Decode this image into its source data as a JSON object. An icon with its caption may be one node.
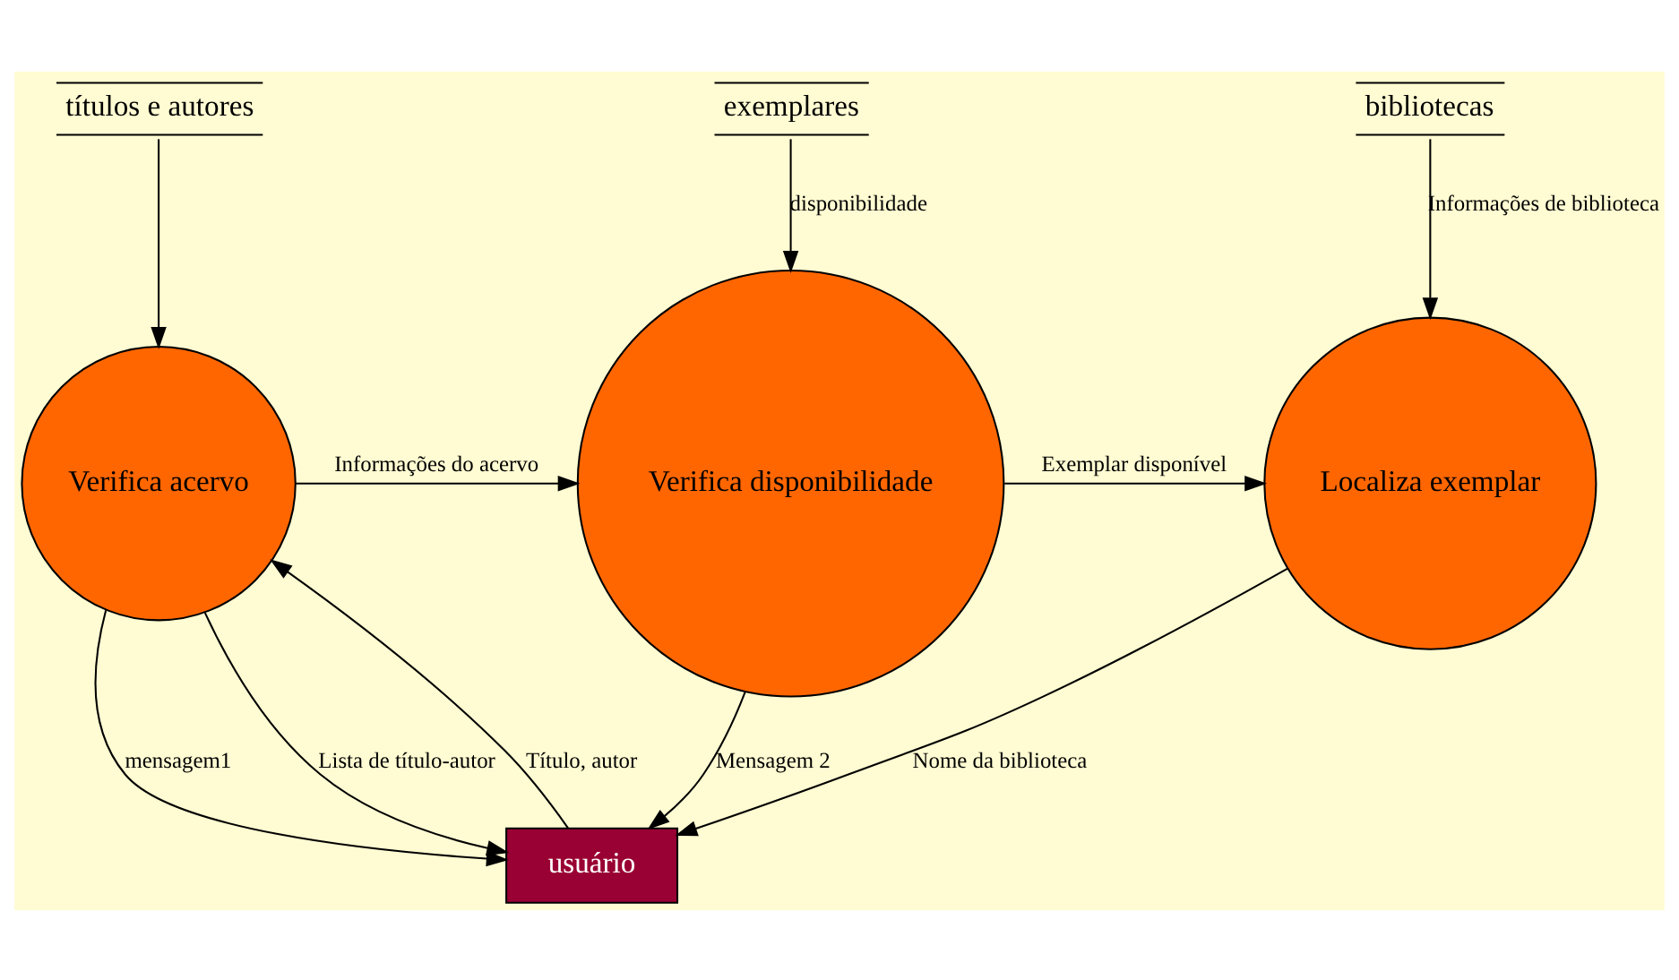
{
  "diagram": {
    "nodes": [
      {
        "text": [
          "títulos e autores"
        ]
      },
      {
        "text": [
          "exemplares"
        ]
      },
      {
        "text": [
          "Verifica acervo"
        ]
      },
      {
        "text": [
          "Verifica disponibilidade"
        ]
      },
      {
        "text": [
          "Localiza exemplar"
        ]
      },
      {
        "text": [
          "bibliotecas"
        ]
      },
      {
        "text": [
          "usuário"
        ]
      }
    ],
    "edges": [
      {
        "from": 0,
        "to": 2,
        "arrow": "to"
      },
      {
        "from": 1,
        "to": 3,
        "arrow": "to",
        "label": "disponibilidade"
      },
      {
        "from": 2,
        "to": 3,
        "arrow": "to",
        "label": "Informações do acervo"
      },
      {
        "from": 3,
        "to": 4,
        "arrow": "to",
        "label": "Exemplar disponível"
      },
      {
        "from": 5,
        "to": 4,
        "arrow": "to",
        "label": "Informações de biblioteca"
      },
      {
        "from": 2,
        "to": 6,
        "arrow": "to",
        "label": "mensagem1"
      },
      {
        "from": 2,
        "to": 6,
        "arrow": "to",
        "label": "Lista de título-autor"
      },
      {
        "from": 6,
        "to": 2,
        "arrow": "to",
        "label": "Título, autor"
      },
      {
        "from": 3,
        "to": 6,
        "arrow": "to",
        "label": "Mensagem 2"
      },
      {
        "from": 4,
        "to": 6,
        "arrow": "to",
        "label": "Nome da biblioteca"
      }
    ]
  }
}
